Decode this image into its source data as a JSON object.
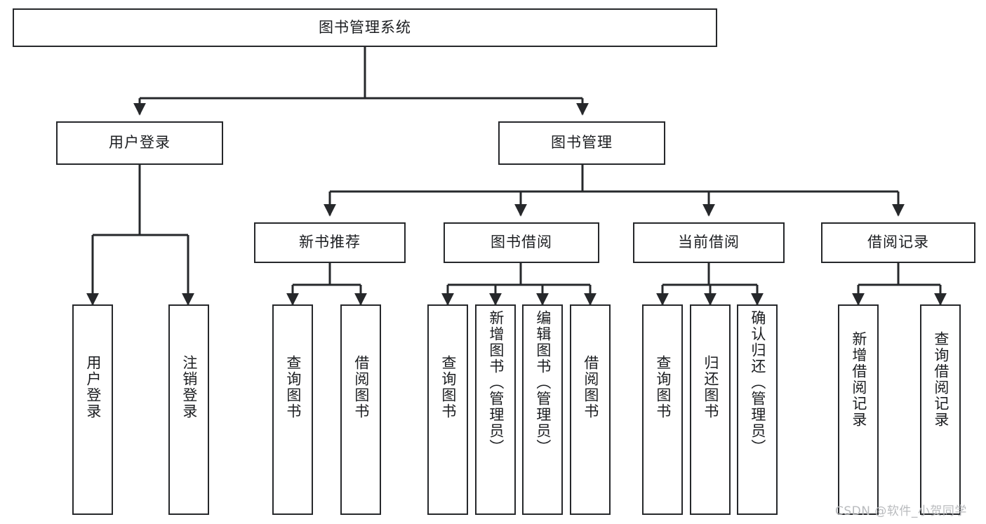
{
  "diagram": {
    "title": "图书管理系统",
    "root": {
      "label": "图书管理系统"
    },
    "level1": [
      {
        "label": "用户登录"
      },
      {
        "label": "图书管理"
      }
    ],
    "level2": [
      {
        "label": "新书推荐"
      },
      {
        "label": "图书借阅"
      },
      {
        "label": "当前借阅"
      },
      {
        "label": "借阅记录"
      }
    ],
    "leaves": {
      "user_login": [
        {
          "label": "用户登录"
        },
        {
          "label": "注销登录"
        }
      ],
      "new_book": [
        {
          "label": "查询图书"
        },
        {
          "label": "借阅图书"
        }
      ],
      "borrow_book": [
        {
          "label": "查询图书"
        },
        {
          "label": "新增图书（管理员）"
        },
        {
          "label": "编辑图书（管理员）"
        },
        {
          "label": "借阅图书"
        }
      ],
      "current_borrow": [
        {
          "label": "查询图书"
        },
        {
          "label": "归还图书"
        },
        {
          "label": "确认归还（管理员）"
        }
      ],
      "borrow_record": [
        {
          "label": "新增借阅记录"
        },
        {
          "label": "查询借阅记录"
        }
      ]
    }
  },
  "watermark": {
    "text": "CSDN @软件_小贺同学"
  },
  "colors": {
    "stroke": "#26282b",
    "text": "#1b1d20",
    "background": "#ffffff",
    "watermark": "#b9bbbe"
  }
}
